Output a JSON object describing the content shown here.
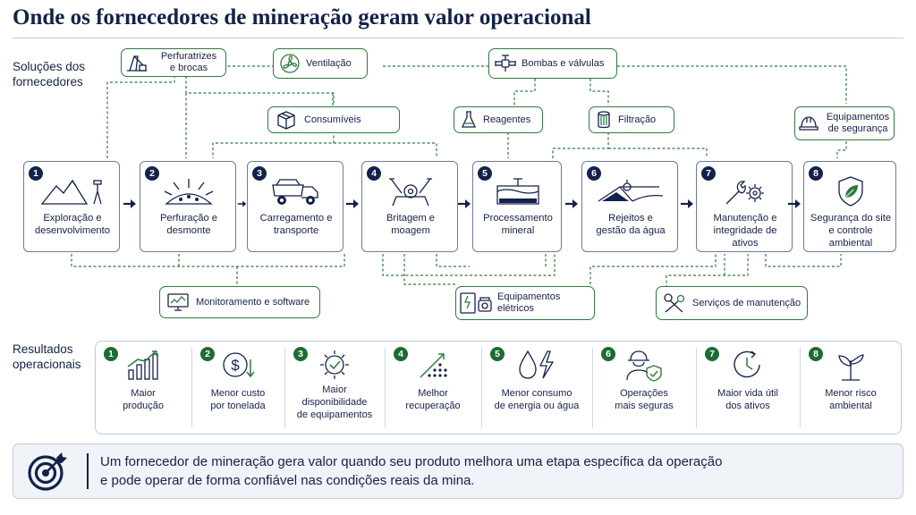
{
  "title": "Onde os fornecedores de mineração geram valor operacional",
  "sections": {
    "solutions_label": [
      "Soluções dos",
      "fornecedores"
    ],
    "outcomes_label": [
      "Resultados",
      "operacionais"
    ]
  },
  "solutions": {
    "perfuratrizes": {
      "label": [
        "Perfuratrizes",
        "e brocas"
      ],
      "icon": "drill-rig-icon"
    },
    "ventilacao": {
      "label": [
        "Ventilação"
      ],
      "icon": "fan-icon"
    },
    "bombas": {
      "label": [
        "Bombas e válvulas"
      ],
      "icon": "valve-icon"
    },
    "consumiveis": {
      "label": [
        "Consumíveis"
      ],
      "icon": "box-icon"
    },
    "reagentes": {
      "label": [
        "Reagentes"
      ],
      "icon": "flask-icon"
    },
    "filtracao": {
      "label": [
        "Filtração"
      ],
      "icon": "filter-icon"
    },
    "equip_seguranca": {
      "label": [
        "Equipamentos",
        "de segurança"
      ],
      "icon": "hard-hat-icon"
    },
    "monitoramento": {
      "label": [
        "Monitoramento e software"
      ],
      "icon": "monitor-chart-icon"
    },
    "eletricos": {
      "label": [
        "Equipamentos elétricos"
      ],
      "icon": "electrical-panel-icon"
    },
    "manutencao": {
      "label": [
        "Serviços de manutenção"
      ],
      "icon": "maintenance-tools-icon"
    }
  },
  "stages": [
    {
      "num": "1",
      "label": [
        "Exploração e",
        "desenvolvimento"
      ],
      "icon": "mountain-survey-icon"
    },
    {
      "num": "2",
      "label": [
        "Perfuração e",
        "desmonte"
      ],
      "icon": "blast-icon"
    },
    {
      "num": "3",
      "label": [
        "Carregamento e",
        "transporte"
      ],
      "icon": "haul-truck-icon"
    },
    {
      "num": "4",
      "label": [
        "Britagem e",
        "moagem"
      ],
      "icon": "crusher-icon"
    },
    {
      "num": "5",
      "label": [
        "Processamento",
        "mineral"
      ],
      "icon": "processing-tank-icon"
    },
    {
      "num": "6",
      "label": [
        "Rejeitos e",
        "gestão da água"
      ],
      "icon": "tailings-dam-icon"
    },
    {
      "num": "7",
      "label": [
        "Manutenção e",
        "integridade de",
        "ativos"
      ],
      "icon": "wrench-gear-icon"
    },
    {
      "num": "8",
      "label": [
        "Segurança do site",
        "e controle",
        "ambiental"
      ],
      "icon": "shield-leaf-icon"
    }
  ],
  "outcomes": [
    {
      "num": "1",
      "label": [
        "Maior",
        "produção"
      ],
      "icon": "bar-growth-icon"
    },
    {
      "num": "2",
      "label": [
        "Menor custo",
        "por tonelada"
      ],
      "icon": "dollar-down-icon"
    },
    {
      "num": "3",
      "label": [
        "Maior",
        "disponibilidade",
        "de equipamentos"
      ],
      "icon": "gear-check-icon"
    },
    {
      "num": "4",
      "label": [
        "Melhor",
        "recuperação"
      ],
      "icon": "dotted-growth-icon"
    },
    {
      "num": "5",
      "label": [
        "Menor consumo",
        "de energia ou água"
      ],
      "icon": "drop-bolt-icon"
    },
    {
      "num": "6",
      "label": [
        "Operações",
        "mais seguras"
      ],
      "icon": "worker-shield-icon"
    },
    {
      "num": "7",
      "label": [
        "Maior vida útil",
        "dos ativos"
      ],
      "icon": "clock-icon"
    },
    {
      "num": "8",
      "label": [
        "Menor risco",
        "ambiental"
      ],
      "icon": "plant-icon"
    }
  ],
  "bottom": {
    "icon": "target-icon",
    "text": [
      "Um fornecedor de mineração gera valor quando seu produto melhora uma etapa específica da operação",
      "e pode operar de forma confiável nas condições reais da mina."
    ]
  },
  "colors": {
    "navy": "#14224a",
    "green": "#2e7a3e",
    "dark_green": "#1e6b33",
    "stage_border": "#6e7b9a",
    "panel": "#f0f3f8"
  }
}
